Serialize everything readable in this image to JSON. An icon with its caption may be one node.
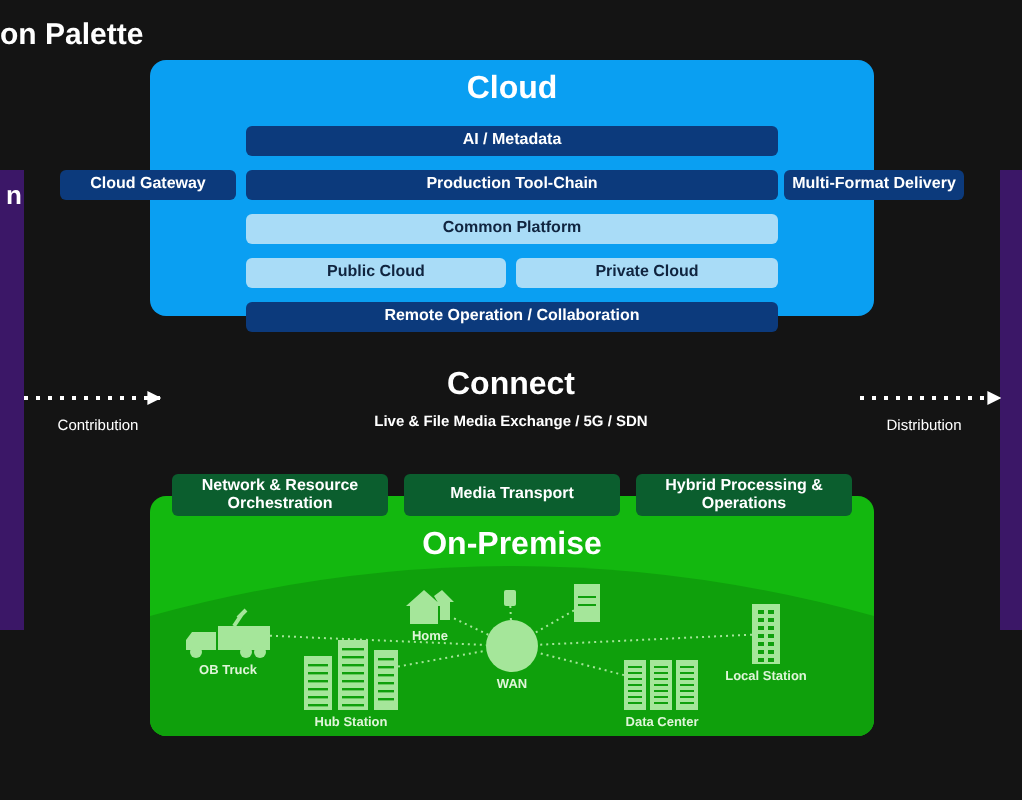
{
  "diagram": {
    "title": "on Palette",
    "nodes": [
      {
        "text": [
          "Cloud"
        ]
      },
      {
        "text": [
          "AI / Metadata"
        ],
        "in": 0
      },
      {
        "text": [
          "Production Tool-Chain"
        ],
        "in": 0
      },
      {
        "text": [
          "Common Platform"
        ],
        "in": 0
      },
      {
        "text": [
          "Public Cloud"
        ],
        "in": 0
      },
      {
        "text": [
          "Private Cloud"
        ],
        "in": 0
      },
      {
        "text": [
          "Remote Operation / Collaboration"
        ]
      },
      {
        "text": [
          "Cloud Gateway"
        ]
      },
      {
        "text": [
          "Multi-Format Delivery"
        ]
      },
      {
        "text": [
          "n"
        ]
      },
      {
        "text": [],
        "shape": "box"
      },
      {
        "text": [
          "On-Premise"
        ]
      },
      {
        "text": [
          "Network & Resource Orchestration"
        ]
      },
      {
        "text": [
          "Media Transport"
        ]
      },
      {
        "text": [
          "Hybrid Processing & Operations"
        ]
      },
      {
        "text": [],
        "shape": "circle",
        "beside": [
          "WAN"
        ],
        "in": 11
      },
      {
        "text": [],
        "shape": "picture",
        "beside": [
          "OB Truck"
        ],
        "in": 11
      },
      {
        "text": [],
        "shape": "picture",
        "beside": [
          "Hub Station"
        ],
        "in": 11
      },
      {
        "text": [],
        "shape": "picture",
        "beside": [
          "Home"
        ],
        "in": 11
      },
      {
        "text": [],
        "shape": "box",
        "in": 11
      },
      {
        "text": [],
        "shape": "picture",
        "in": 11
      },
      {
        "text": [],
        "shape": "picture",
        "beside": [
          "Data Center"
        ],
        "in": 11
      },
      {
        "text": [],
        "shape": "picture",
        "beside": [
          "Local Station"
        ],
        "in": 11
      }
    ],
    "edges": [
      {
        "from": 9,
        "to": null,
        "arrow": "to",
        "label": "Contribution",
        "style": "dashed",
        "color": "#ffffff"
      },
      {
        "from": null,
        "to": 10,
        "arrow": "to",
        "label": "Distribution",
        "style": "dashed",
        "color": "#ffffff"
      },
      {
        "from": 16,
        "to": 15,
        "arrow": "none",
        "style": "dashed"
      },
      {
        "from": 17,
        "to": 15,
        "arrow": "none",
        "style": "dashed"
      },
      {
        "from": 18,
        "to": 15,
        "arrow": "none",
        "style": "dashed"
      },
      {
        "from": 19,
        "to": 15,
        "arrow": "none",
        "style": "dashed"
      },
      {
        "from": 20,
        "to": 15,
        "arrow": "none",
        "style": "dashed"
      },
      {
        "from": 21,
        "to": 15,
        "arrow": "none",
        "style": "dashed"
      },
      {
        "from": 22,
        "to": 15,
        "arrow": "none",
        "style": "dashed"
      }
    ],
    "labels": [
      "Connect",
      "Live & File Media Exchange / 5G / SDN"
    ]
  }
}
